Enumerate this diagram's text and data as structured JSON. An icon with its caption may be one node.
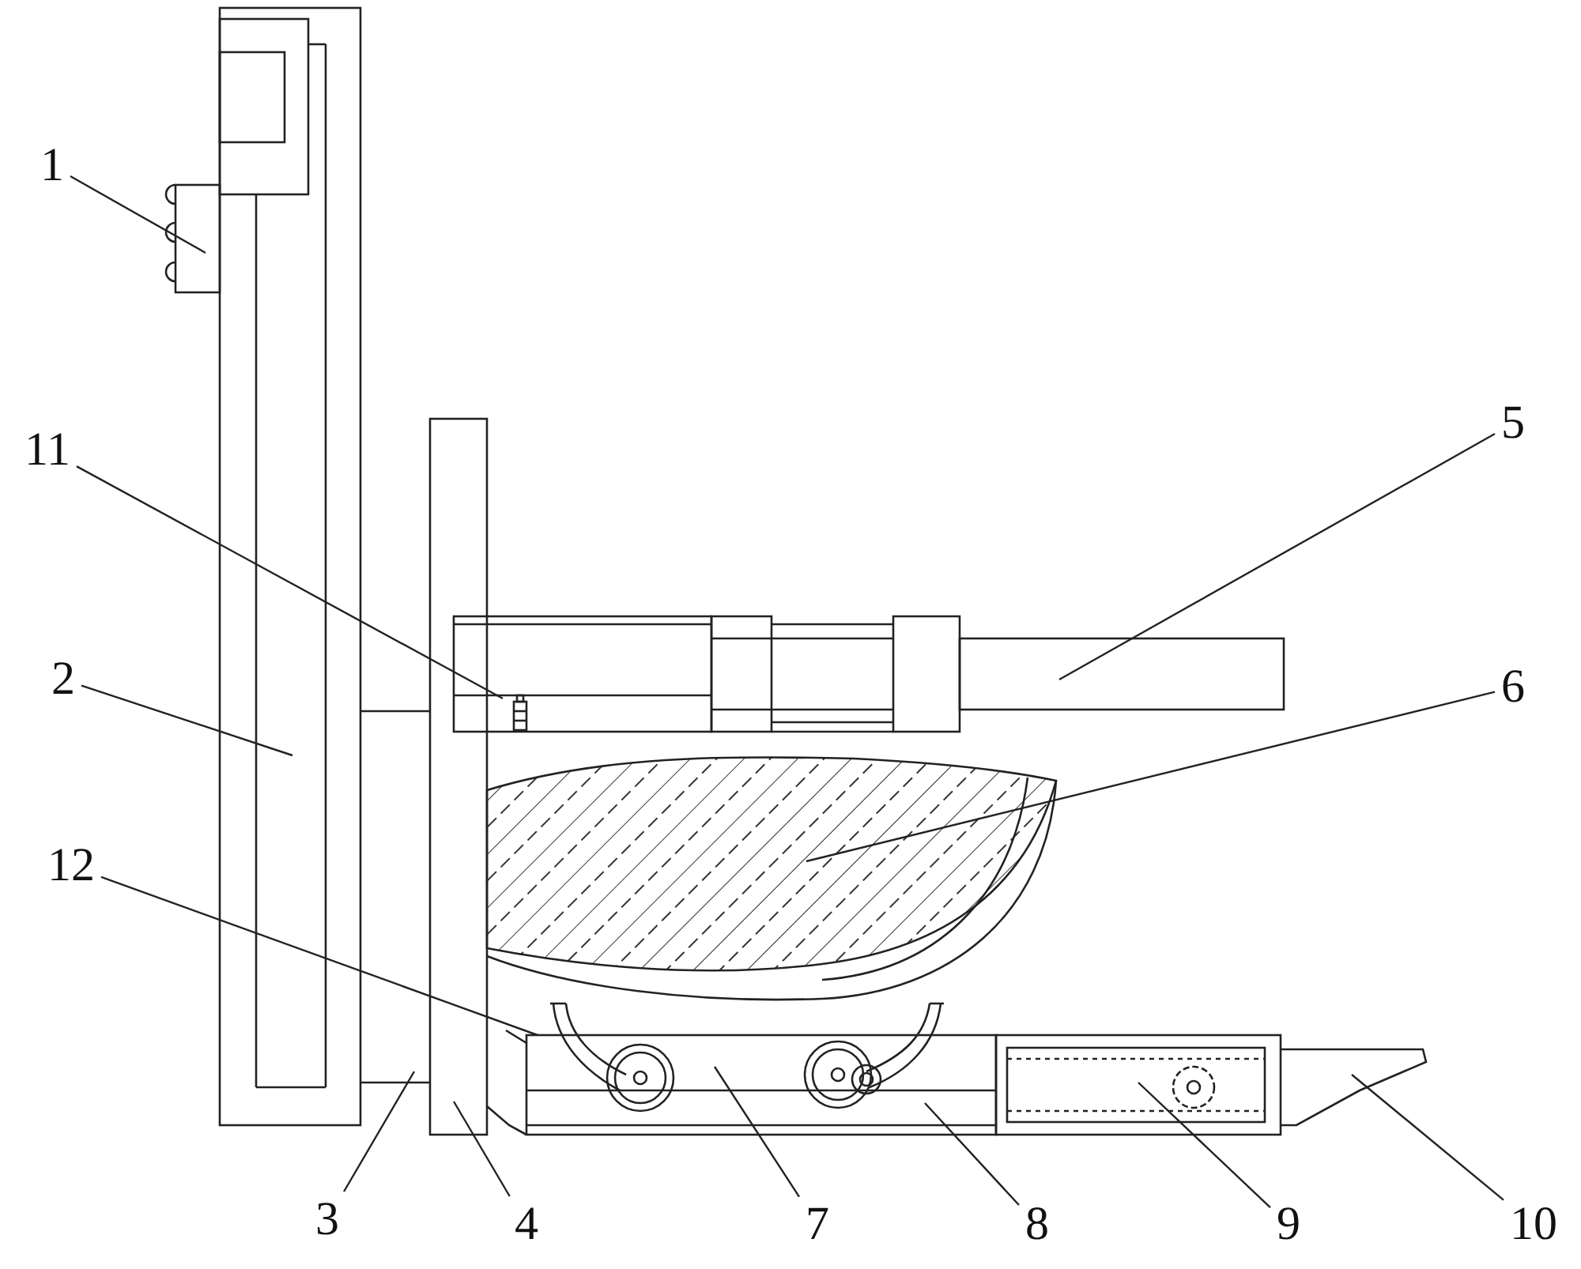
{
  "diagram": {
    "nodes": [
      {
        "text": [
          "1"
        ]
      },
      {
        "text": [
          "5"
        ]
      },
      {
        "text": [
          "11"
        ]
      },
      {
        "text": [
          "2"
        ]
      },
      {
        "text": [
          "6"
        ]
      },
      {
        "text": [
          "12"
        ]
      },
      {
        "text": [
          "3"
        ]
      },
      {
        "text": [
          "4"
        ]
      },
      {
        "text": [
          "7"
        ]
      },
      {
        "text": [
          "8"
        ]
      },
      {
        "text": [
          "9"
        ]
      },
      {
        "text": [
          "10"
        ]
      }
    ],
    "edges": [
      {
        "from": 0,
        "to": null,
        "arrow": "none"
      },
      {
        "from": 1,
        "to": null,
        "arrow": "none"
      },
      {
        "from": 2,
        "to": null,
        "arrow": "none"
      },
      {
        "from": 3,
        "to": null,
        "arrow": "none"
      },
      {
        "from": 4,
        "to": null,
        "arrow": "none"
      },
      {
        "from": 5,
        "to": null,
        "arrow": "none"
      },
      {
        "from": 6,
        "to": null,
        "arrow": "none"
      },
      {
        "from": 7,
        "to": null,
        "arrow": "none"
      },
      {
        "from": 8,
        "to": null,
        "arrow": "none"
      },
      {
        "from": 9,
        "to": null,
        "arrow": "none"
      },
      {
        "from": 10,
        "to": null,
        "arrow": "none"
      },
      {
        "from": 11,
        "to": null,
        "arrow": "none"
      }
    ]
  }
}
